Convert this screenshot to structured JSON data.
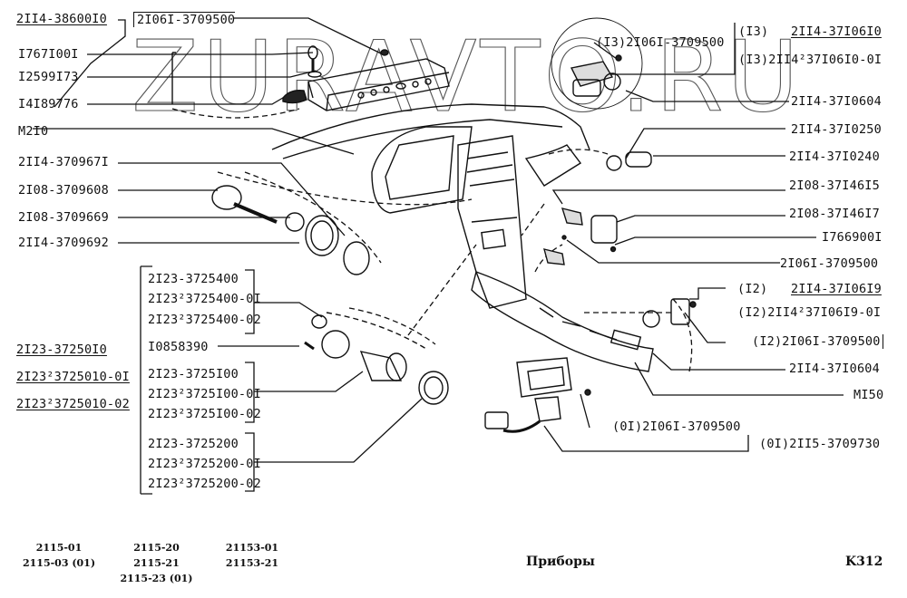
{
  "watermark": "ZURAVTO.RU",
  "title": "Приборы",
  "page_code": "K312",
  "models": [
    [
      "2115-01",
      "2115-03 (01)"
    ],
    [
      "2115-20",
      "2115-21",
      "2115-23 (01)"
    ],
    [
      "21153-01",
      "21153-21"
    ]
  ],
  "callouts_left": {
    "heater_panel": "2II4-38600I0",
    "bulb_top": "2I06I-3709500",
    "screw": "I767I00I",
    "washer": "I2599I73",
    "clip": "I4I89776",
    "m210": "M2I0",
    "switch_knob": "2II4-370967I",
    "switch_light": "2I08-3709608",
    "switch_nut": "2I08-3709669",
    "switch_bezel": "2II4-3709692"
  },
  "callouts_right": {
    "bulb_i3": "(I3)2I06I-3709500",
    "prefix_i3": "(I3)",
    "sw_10610": "2II4-37I06I0",
    "sw_10610_01": "(I3)2II4²37I06I0-0I",
    "sw_10604_top": "2II4-37I0604",
    "c_10250": "2II4-37I0250",
    "c_10240": "2II4-37I0240",
    "c_14615": "2I08-37I46I5",
    "c_14617": "2I08-37I46I7",
    "c_766900": "I766900I",
    "c_bulb_mid": "2I06I-3709500",
    "prefix_i2": "(I2)",
    "sw_10619": "2II4-37I06I9",
    "sw_10619_01": "(I2)2II4²37I06I9-0I",
    "bulb_i2": "(I2)2I06I-3709500",
    "sw_10604_bot": "2II4-37I0604",
    "mi50": "MI50",
    "bulb_01": "(0I)2I06I-3709500",
    "window_switch": "(0I)2II5-3709730"
  },
  "cigar_group": {
    "main": [
      "2I23-37250I0",
      "2I23²3725010-0I",
      "2I23²3725010-02"
    ],
    "a": [
      "2I23-3725400",
      "2I23²3725400-0I",
      "2I23²3725400-02"
    ],
    "single": "I0858390",
    "b": [
      "2I23-3725I00",
      "2I23²3725I00-0I",
      "2I23²3725I00-02"
    ],
    "c": [
      "2I23-3725200",
      "2I23²3725200-0I",
      "2I23²3725200-02"
    ]
  }
}
